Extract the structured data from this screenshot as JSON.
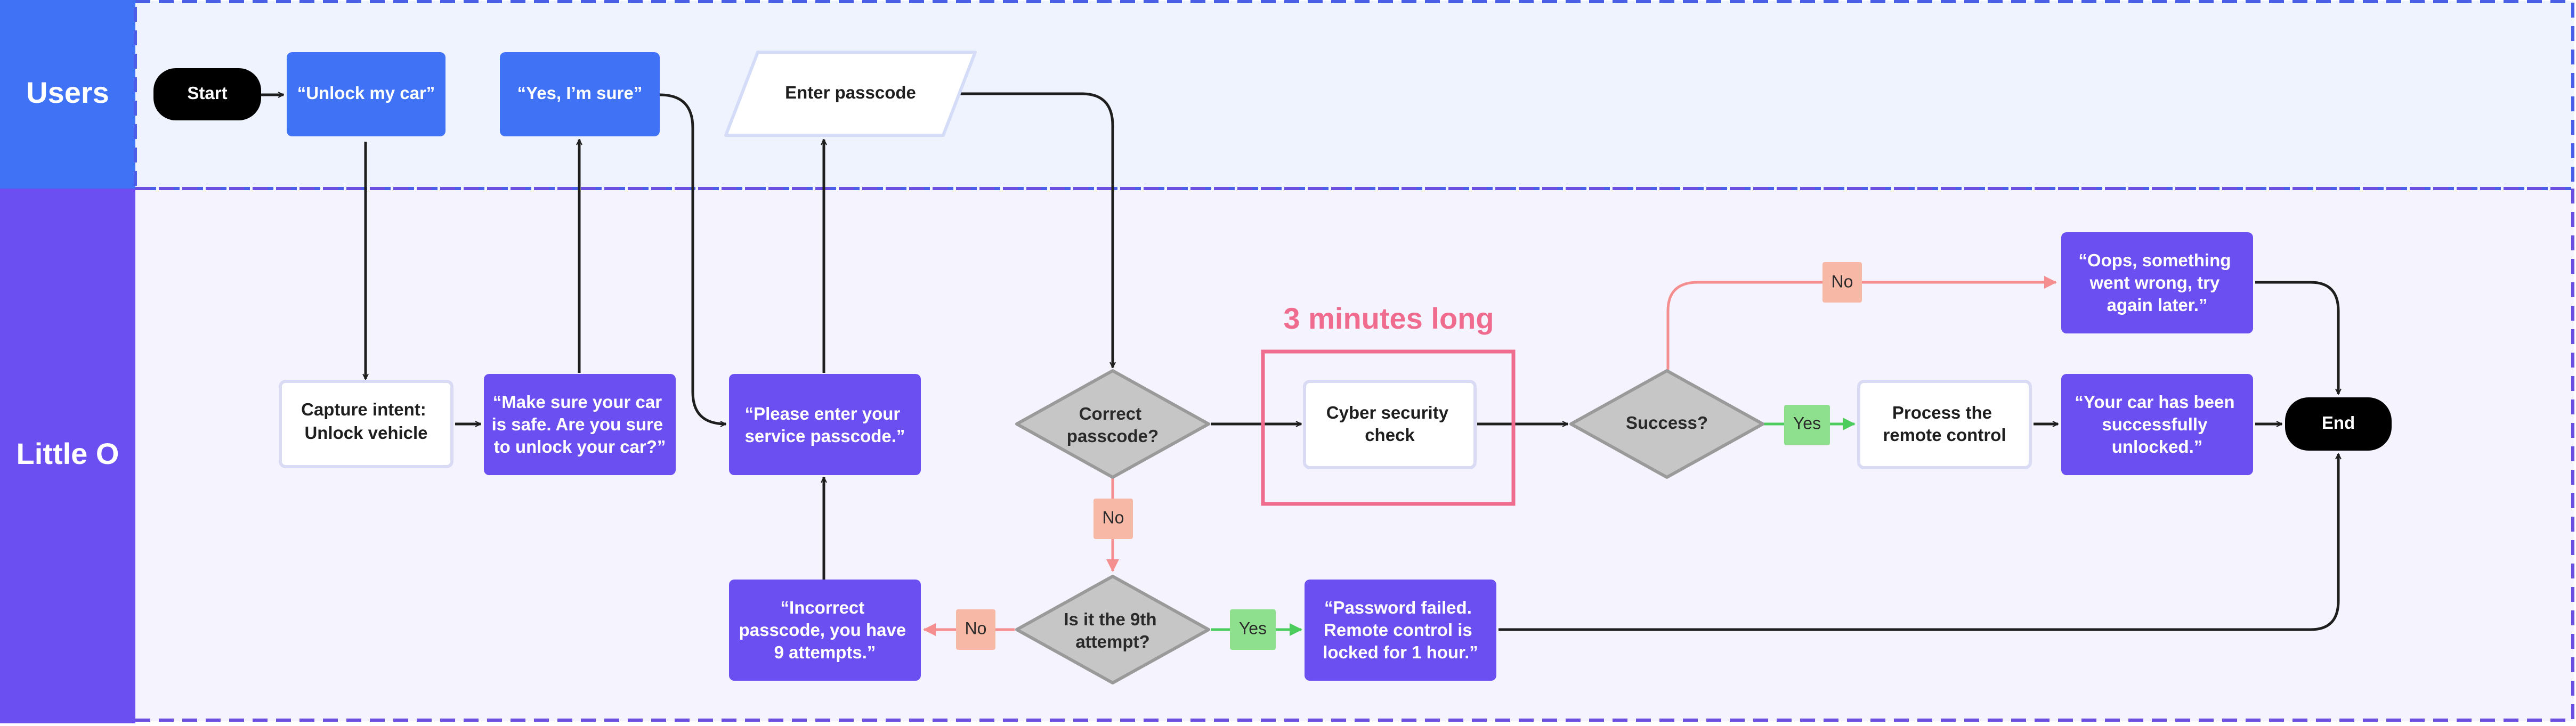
{
  "lanes": [
    {
      "id": "users",
      "title": "Users"
    },
    {
      "id": "little-o",
      "title": "Little O"
    }
  ],
  "nodes": {
    "start": {
      "lines": [
        "Start"
      ]
    },
    "unlock_my_car": {
      "lines": [
        "“Unlock my car”"
      ]
    },
    "yes_im_sure": {
      "lines": [
        "“Yes, I’m sure”"
      ]
    },
    "enter_passcode": {
      "lines": [
        "Enter passcode"
      ]
    },
    "capture_intent": {
      "lines": [
        "Capture intent:",
        "Unlock vehicle"
      ]
    },
    "make_sure_safe": {
      "lines": [
        "“Make sure your car",
        "is safe. Are you sure",
        "to unlock your car?”"
      ]
    },
    "please_enter": {
      "lines": [
        "“Please enter your",
        "service passcode.”"
      ]
    },
    "correct_passcode": {
      "lines": [
        "Correct",
        "passcode?"
      ]
    },
    "cyber_security": {
      "lines": [
        "Cyber security",
        "check"
      ]
    },
    "success": {
      "lines": [
        "Success?"
      ]
    },
    "process_remote": {
      "lines": [
        "Process the",
        "remote control"
      ]
    },
    "oops": {
      "lines": [
        "“Oops, something",
        "went wrong, try",
        "again later.”"
      ]
    },
    "your_car_unlocked": {
      "lines": [
        "“Your car has been",
        "successfully",
        "unlocked.”"
      ]
    },
    "end": {
      "lines": [
        "End"
      ]
    },
    "ninth_attempt": {
      "lines": [
        "Is it the 9th",
        "attempt?"
      ]
    },
    "incorrect": {
      "lines": [
        "“Incorrect",
        "passcode, you have",
        "9 attempts.”"
      ]
    },
    "password_failed": {
      "lines": [
        "“Password failed.",
        "Remote control is",
        "locked for 1 hour.”"
      ]
    }
  },
  "tags": {
    "no_success": "No",
    "yes_success": "Yes",
    "no_correct": "No",
    "no_ninth": "No",
    "yes_ninth": "Yes"
  },
  "annotation": {
    "label": "3 minutes long"
  },
  "colors": {
    "users_lane_header": "#3f72f5",
    "users_lane_bg": "#eff3fe",
    "littleo_lane_header": "#6c4ff0",
    "littleo_lane_bg": "#f4f3fe",
    "lane_border_users": "#4a5ee8",
    "lane_border_littleo": "#6a4fe0",
    "blue_box": "#3f72f5",
    "purple_box": "#6c4ff0",
    "white_box_border": "#d9dbf4",
    "decision_fill": "#c6c6c6",
    "decision_stroke": "#9a9a9a",
    "terminal": "#000000",
    "arrow": "#1e1e1e",
    "arrow_no": "#f58e8e",
    "arrow_yes": "#4dcc5e",
    "tag_no": "#f7b8a6",
    "tag_yes": "#8ee08e",
    "annotation": "#f06c8e",
    "parallelogram_stroke": "#d4dcf8"
  }
}
